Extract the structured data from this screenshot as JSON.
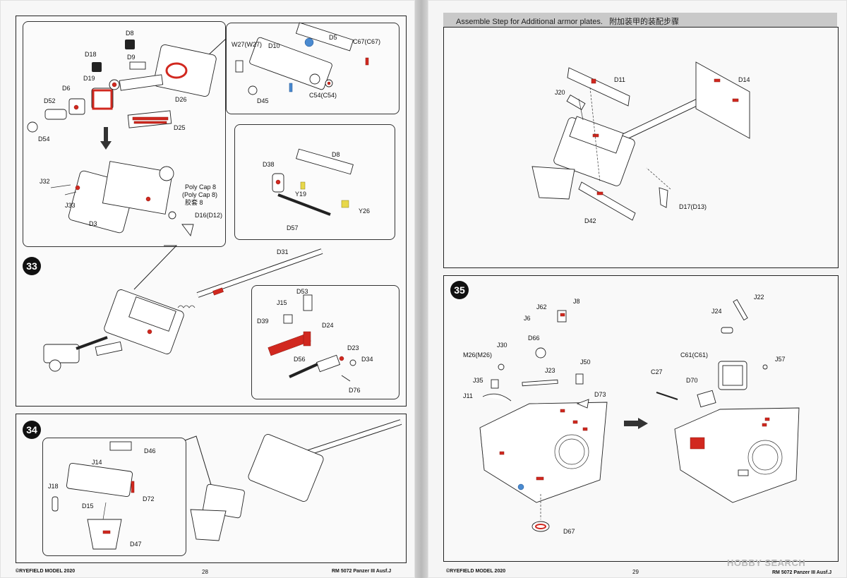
{
  "left_page": {
    "step33": "33",
    "step34": "34",
    "footer_copyright": "©RYEFIELD MODEL 2020",
    "page_number": "28",
    "footer_model": "RM 5072 Panzer III Ausf.J",
    "labels": {
      "D8": "D8",
      "D9": "D9",
      "D18": "D18",
      "D19": "D19",
      "D6": "D6",
      "D52": "D52",
      "D54": "D54",
      "D26": "D26",
      "D25": "D25",
      "W27": "W27(W27)",
      "D10": "D10",
      "D5": "D5",
      "C67": "C67(C67)",
      "D45": "D45",
      "C54": "C54(C54)",
      "J32": "J32",
      "J33": "J33",
      "D3": "D3",
      "polycap1": "Poly Cap 8",
      "polycap2": "(Poly Cap 8)",
      "polycap3": "胶套 8",
      "D16": "D16(D12)",
      "D38": "D38",
      "D8b": "D8",
      "Y19": "Y19",
      "Y26": "Y26",
      "D57": "D57",
      "D31": "D31",
      "J15": "J15",
      "D53": "D53",
      "D39": "D39",
      "D24": "D24",
      "D23": "D23",
      "D56": "D56",
      "D34": "D34",
      "D76": "D76",
      "D46": "D46",
      "J14": "J14",
      "J18": "J18",
      "D15": "D15",
      "D72": "D72",
      "D47": "D47"
    }
  },
  "right_page": {
    "header_en": "Assemble Step for Additional armor plates.",
    "header_zh": "附加装甲的装配步骤",
    "step35": "35",
    "footer_copyright": "©RYEFIELD MODEL 2020",
    "page_number": "29",
    "footer_model": "RM 5072 Panzer III Ausf.J",
    "labels": {
      "D11": "D11",
      "J20": "J20",
      "D14": "D14",
      "D17": "D17(D13)",
      "D42": "D42",
      "J62": "J62",
      "J8": "J8",
      "J6": "J6",
      "D66": "D66",
      "J30": "J30",
      "M26": "M26(M26)",
      "J50": "J50",
      "J35": "J35",
      "J23": "J23",
      "J11": "J11",
      "D73": "D73",
      "D67": "D67",
      "J22": "J22",
      "J24": "J24",
      "C61": "C61(C61)",
      "J57": "J57",
      "C27": "C27",
      "D70": "D70"
    }
  },
  "watermark": "HOBBY SEARCH",
  "colors": {
    "highlight": "#d1281f",
    "blue_part": "#4a8ad0",
    "yellow_part": "#e8d84a"
  }
}
